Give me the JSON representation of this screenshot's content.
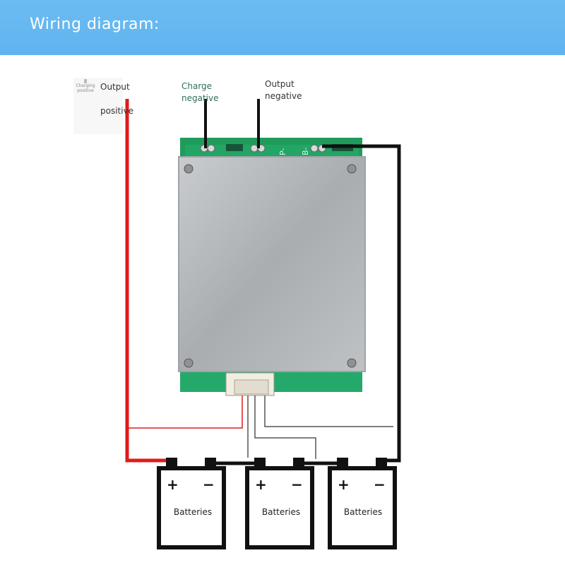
{
  "header": {
    "title": "Wiring diagram:"
  },
  "labels": {
    "charging_positive": "Charging positive",
    "output_positive_line1": "Output",
    "output_positive_line2": "positive",
    "charge_negative": "Charge negative",
    "output_negative": "Output negative",
    "board_marking_p": "P-",
    "board_marking_b": "B-"
  },
  "batteries": [
    {
      "label": "Batteries",
      "plus": "+",
      "minus": "−"
    },
    {
      "label": "Batteries",
      "plus": "+",
      "minus": "−"
    },
    {
      "label": "Batteries",
      "plus": "+",
      "minus": "−"
    }
  ],
  "colors": {
    "banner": "#5fb3ef",
    "positive_wire": "#e01b1b",
    "negative_wire": "#111111",
    "pcb_green": "#1f9c5c",
    "heatsink": "#b9bcbe"
  },
  "icons": [
    "pin-icon"
  ]
}
